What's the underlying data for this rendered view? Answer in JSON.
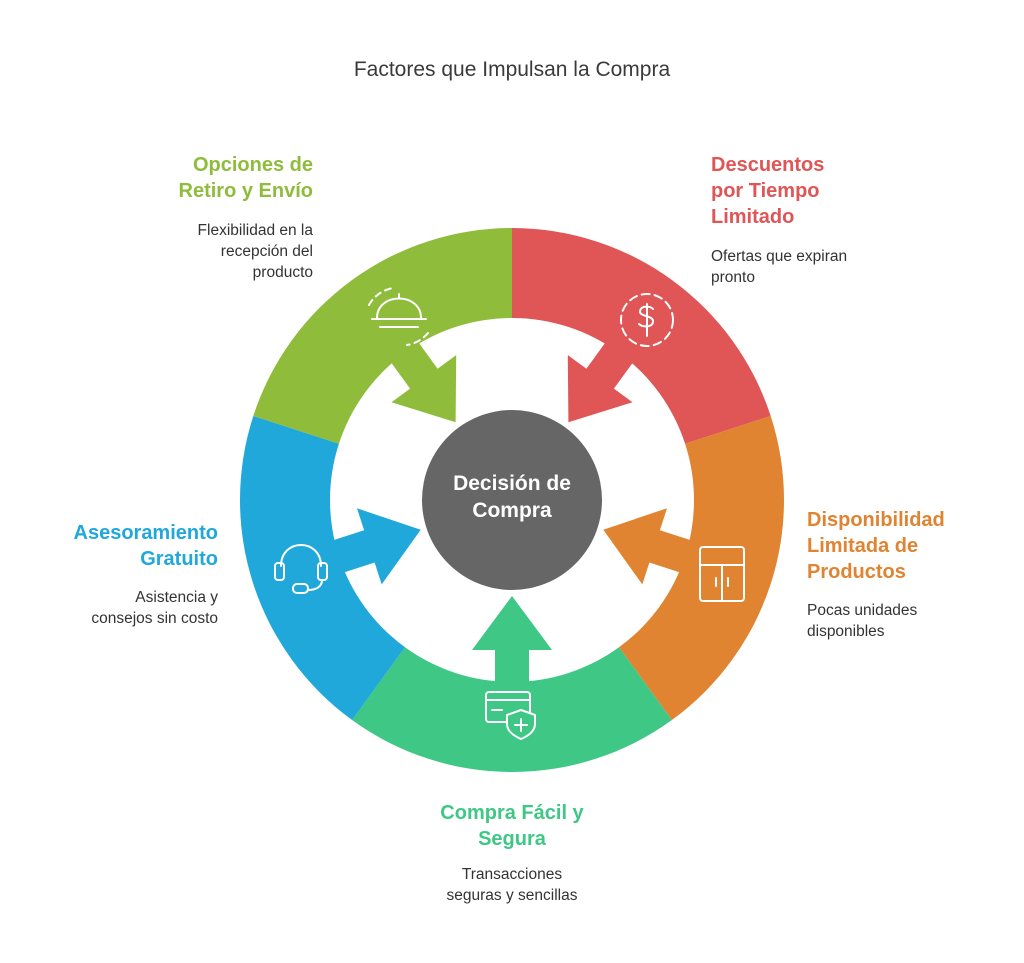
{
  "title": "Factores que Impulsan la Compra",
  "center": {
    "line1": "Decisión de",
    "line2": "Compra",
    "color": "#666666"
  },
  "segments": [
    {
      "id": "descuentos",
      "title_lines": [
        "Descuentos",
        "por Tiempo",
        "Limitado"
      ],
      "desc_lines": [
        "Ofertas que expiran",
        "pronto"
      ],
      "color": "#e05555",
      "icon": "dollar-icon"
    },
    {
      "id": "disponibilidad",
      "title_lines": [
        "Disponibilidad",
        "Limitada de",
        "Productos"
      ],
      "desc_lines": [
        "Pocas unidades",
        "disponibles"
      ],
      "color": "#e08431",
      "icon": "cabinet-icon"
    },
    {
      "id": "compra",
      "title_lines": [
        "Compra Fácil y",
        "Segura"
      ],
      "desc_lines": [
        "Transacciones",
        "seguras y sencillas"
      ],
      "color": "#3ec785",
      "icon": "secure-card-icon"
    },
    {
      "id": "asesoramiento",
      "title_lines": [
        "Asesoramiento",
        "Gratuito"
      ],
      "desc_lines": [
        "Asistencia y",
        "consejos sin costo"
      ],
      "color": "#21a8da",
      "icon": "headset-icon"
    },
    {
      "id": "opciones",
      "title_lines": [
        "Opciones de",
        "Retiro y Envío"
      ],
      "desc_lines": [
        "Flexibilidad en la",
        "recepción del",
        "producto"
      ],
      "color": "#8fbc3b",
      "icon": "serving-tray-icon"
    }
  ]
}
